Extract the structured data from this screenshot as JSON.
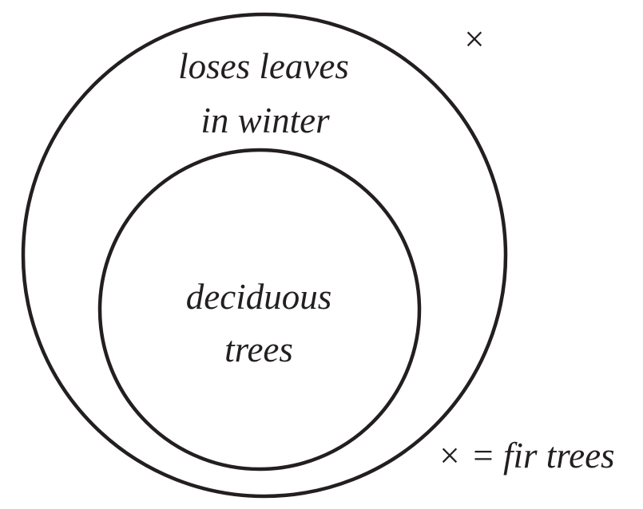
{
  "diagram": {
    "outer_set": {
      "label_line1": "loses leaves",
      "label_line2": "in winter"
    },
    "inner_set": {
      "label_line1": "deciduous",
      "label_line2": "trees"
    },
    "marker": {
      "symbol": "×"
    },
    "key": {
      "symbol": "×",
      "equals": "=",
      "text": "fir trees"
    },
    "colors": {
      "stroke": "#231f20",
      "background": "#ffffff"
    }
  }
}
